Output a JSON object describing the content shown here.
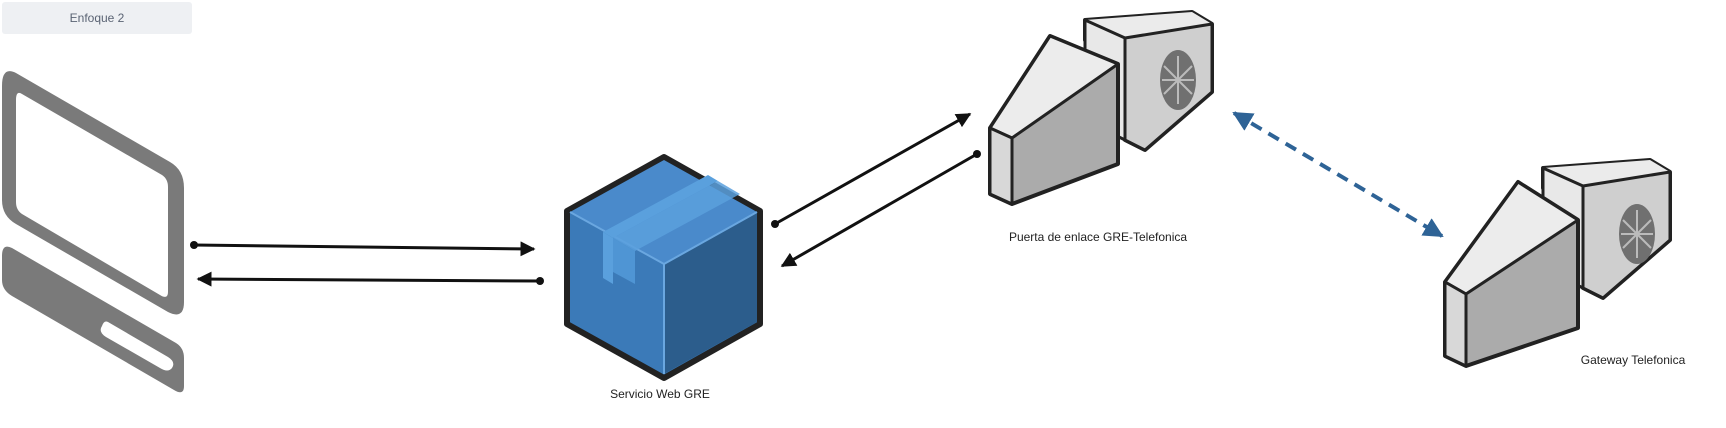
{
  "tab": {
    "label": "Enfoque 2"
  },
  "nodes": {
    "computer": {
      "label": ""
    },
    "web_service": {
      "label": "Servicio Web GRE"
    },
    "gre_gateway": {
      "label": "Puerta de enlace GRE-Telefonica"
    },
    "telefonica_gateway": {
      "label": "Gateway Telefonica"
    }
  },
  "colors": {
    "box_blue": "#3b7ab8",
    "box_dark": "#2c5d8c",
    "dashed_link": "#2e6396"
  }
}
